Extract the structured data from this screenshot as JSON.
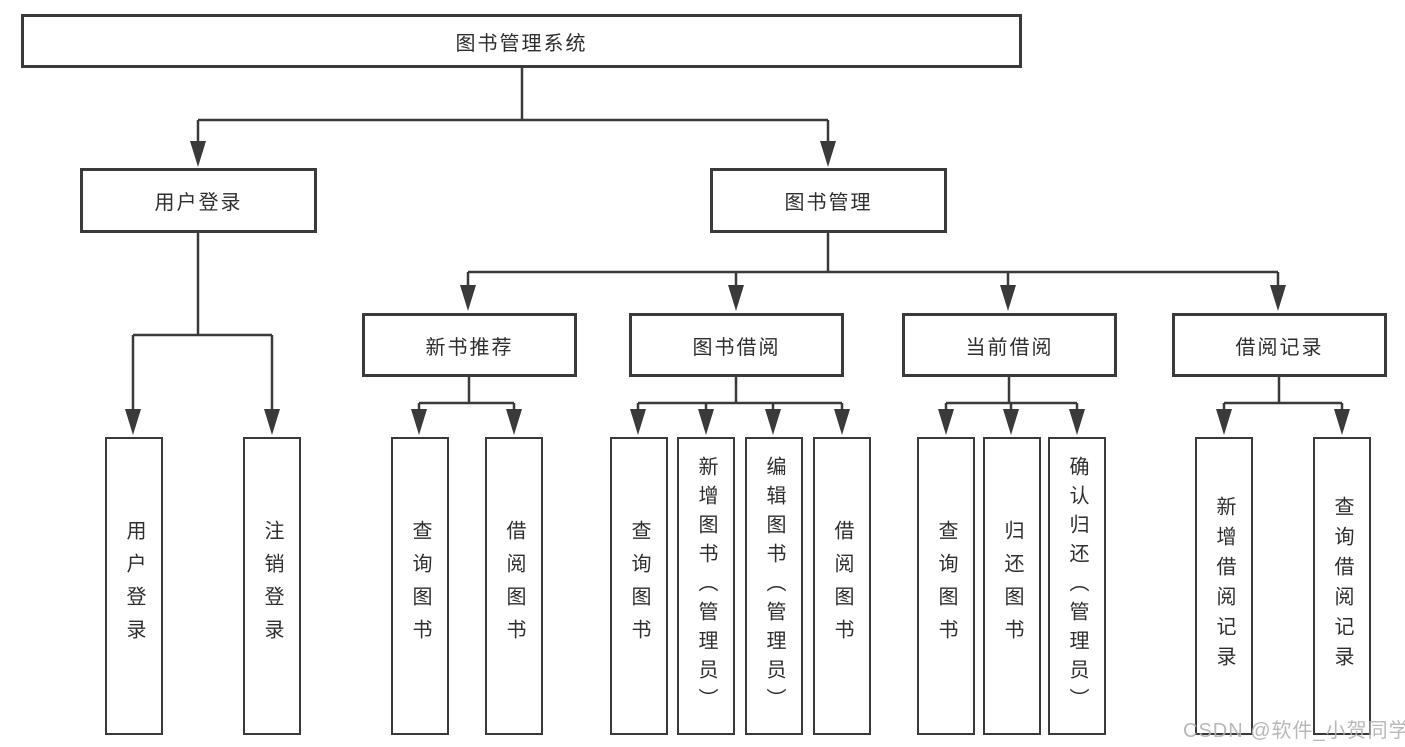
{
  "tree": {
    "root": {
      "label": "图书管理系统"
    },
    "children": [
      {
        "label": "用户登录",
        "children": [
          {
            "label": "用户登录"
          },
          {
            "label": "注销登录"
          }
        ]
      },
      {
        "label": "图书管理",
        "children": [
          {
            "label": "新书推荐",
            "children": [
              {
                "label": "查询图书"
              },
              {
                "label": "借阅图书"
              }
            ]
          },
          {
            "label": "图书借阅",
            "children": [
              {
                "label": "查询图书"
              },
              {
                "label": "新增图书（管理员）"
              },
              {
                "label": "编辑图书（管理员）"
              },
              {
                "label": "借阅图书"
              }
            ]
          },
          {
            "label": "当前借阅",
            "children": [
              {
                "label": "查询图书"
              },
              {
                "label": "归还图书"
              },
              {
                "label": "确认归还（管理员）"
              }
            ]
          },
          {
            "label": "借阅记录",
            "children": [
              {
                "label": "新增借阅记录"
              },
              {
                "label": "查询借阅记录"
              }
            ]
          }
        ]
      }
    ]
  },
  "watermark": {
    "text": "CSDN @软件_小贺同学"
  },
  "colors": {
    "background": "#ffffff",
    "box_border": "#3a3a3a",
    "connector_line": "#3a3a3a",
    "text": "#2e2e2e",
    "watermark_text": "#b2b2b2"
  }
}
